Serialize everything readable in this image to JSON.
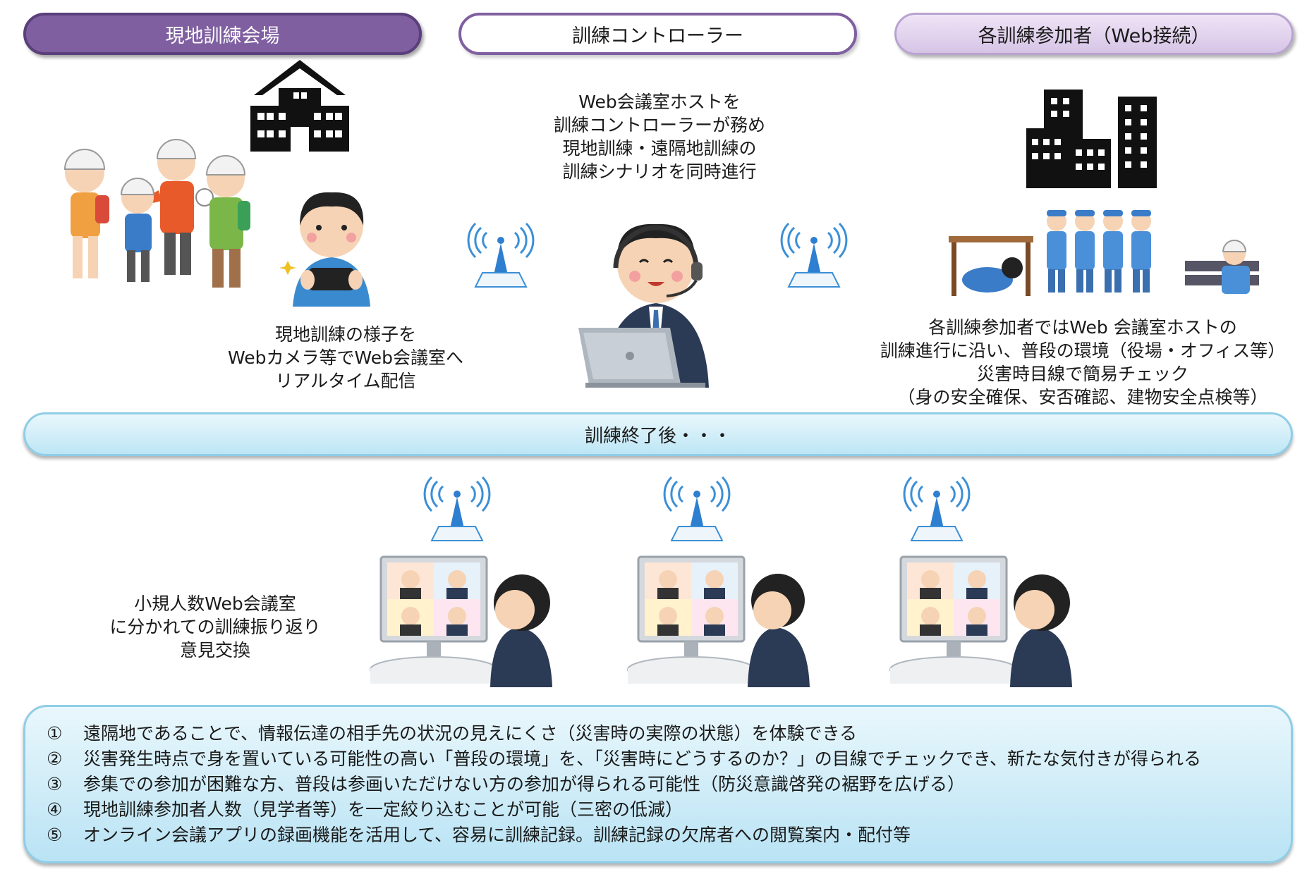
{
  "headers": {
    "site": "現地訓練会場",
    "controller": "訓練コントローラー",
    "participants": "各訓練参加者（Web接続）"
  },
  "controller_text": [
    "Web会議室ホストを",
    "訓練コントローラーが務め",
    "現地訓練・遠隔地訓練の",
    "訓練シナリオを同時進行"
  ],
  "site_text": [
    "現地訓練の様子を",
    "Webカメラ等でWeb会議室へ",
    "リアルタイム配信"
  ],
  "participants_text": [
    "各訓練参加者ではWeb 会議室ホストの",
    "訓練進行に沿い、普段の環境（役場・オフィス等）",
    "災害時目線で簡易チェック",
    "（身の安全確保、安否確認、建物安全点検等）"
  ],
  "after_banner": "訓練終了後・・・",
  "breakout_text": [
    "小規人数Web会議室",
    "に分かれての訓練振り返り",
    "意見交換"
  ],
  "summary": [
    {
      "num": "①",
      "text": "遠隔地であることで、情報伝達の相手先の状況の見えにくさ（災害時の実際の状態）を体験できる"
    },
    {
      "num": "②",
      "text": "災害発生時点で身を置いている可能性の高い「普段の環境」を、「災害時にどうするのか？」の目線でチェックでき、新たな気付きが得られる"
    },
    {
      "num": "③",
      "text": "参集での参加が困難な方、普段は参画いただけない方の参加が得られる可能性（防災意識啓発の裾野を広げる）"
    },
    {
      "num": "④",
      "text": "現地訓練参加者人数（見学者等）を一定絞り込むことが可能（三密の低減）"
    },
    {
      "num": "⑤",
      "text": "オンライン会議アプリの録画機能を活用して、容易に訓練記録。訓練記録の欠席者への閲覧案内・配付等"
    }
  ],
  "colors": {
    "purple": "#7f5fa0",
    "light_blue": "#bde6f5",
    "wifi_blue": "#2f7fd0"
  }
}
